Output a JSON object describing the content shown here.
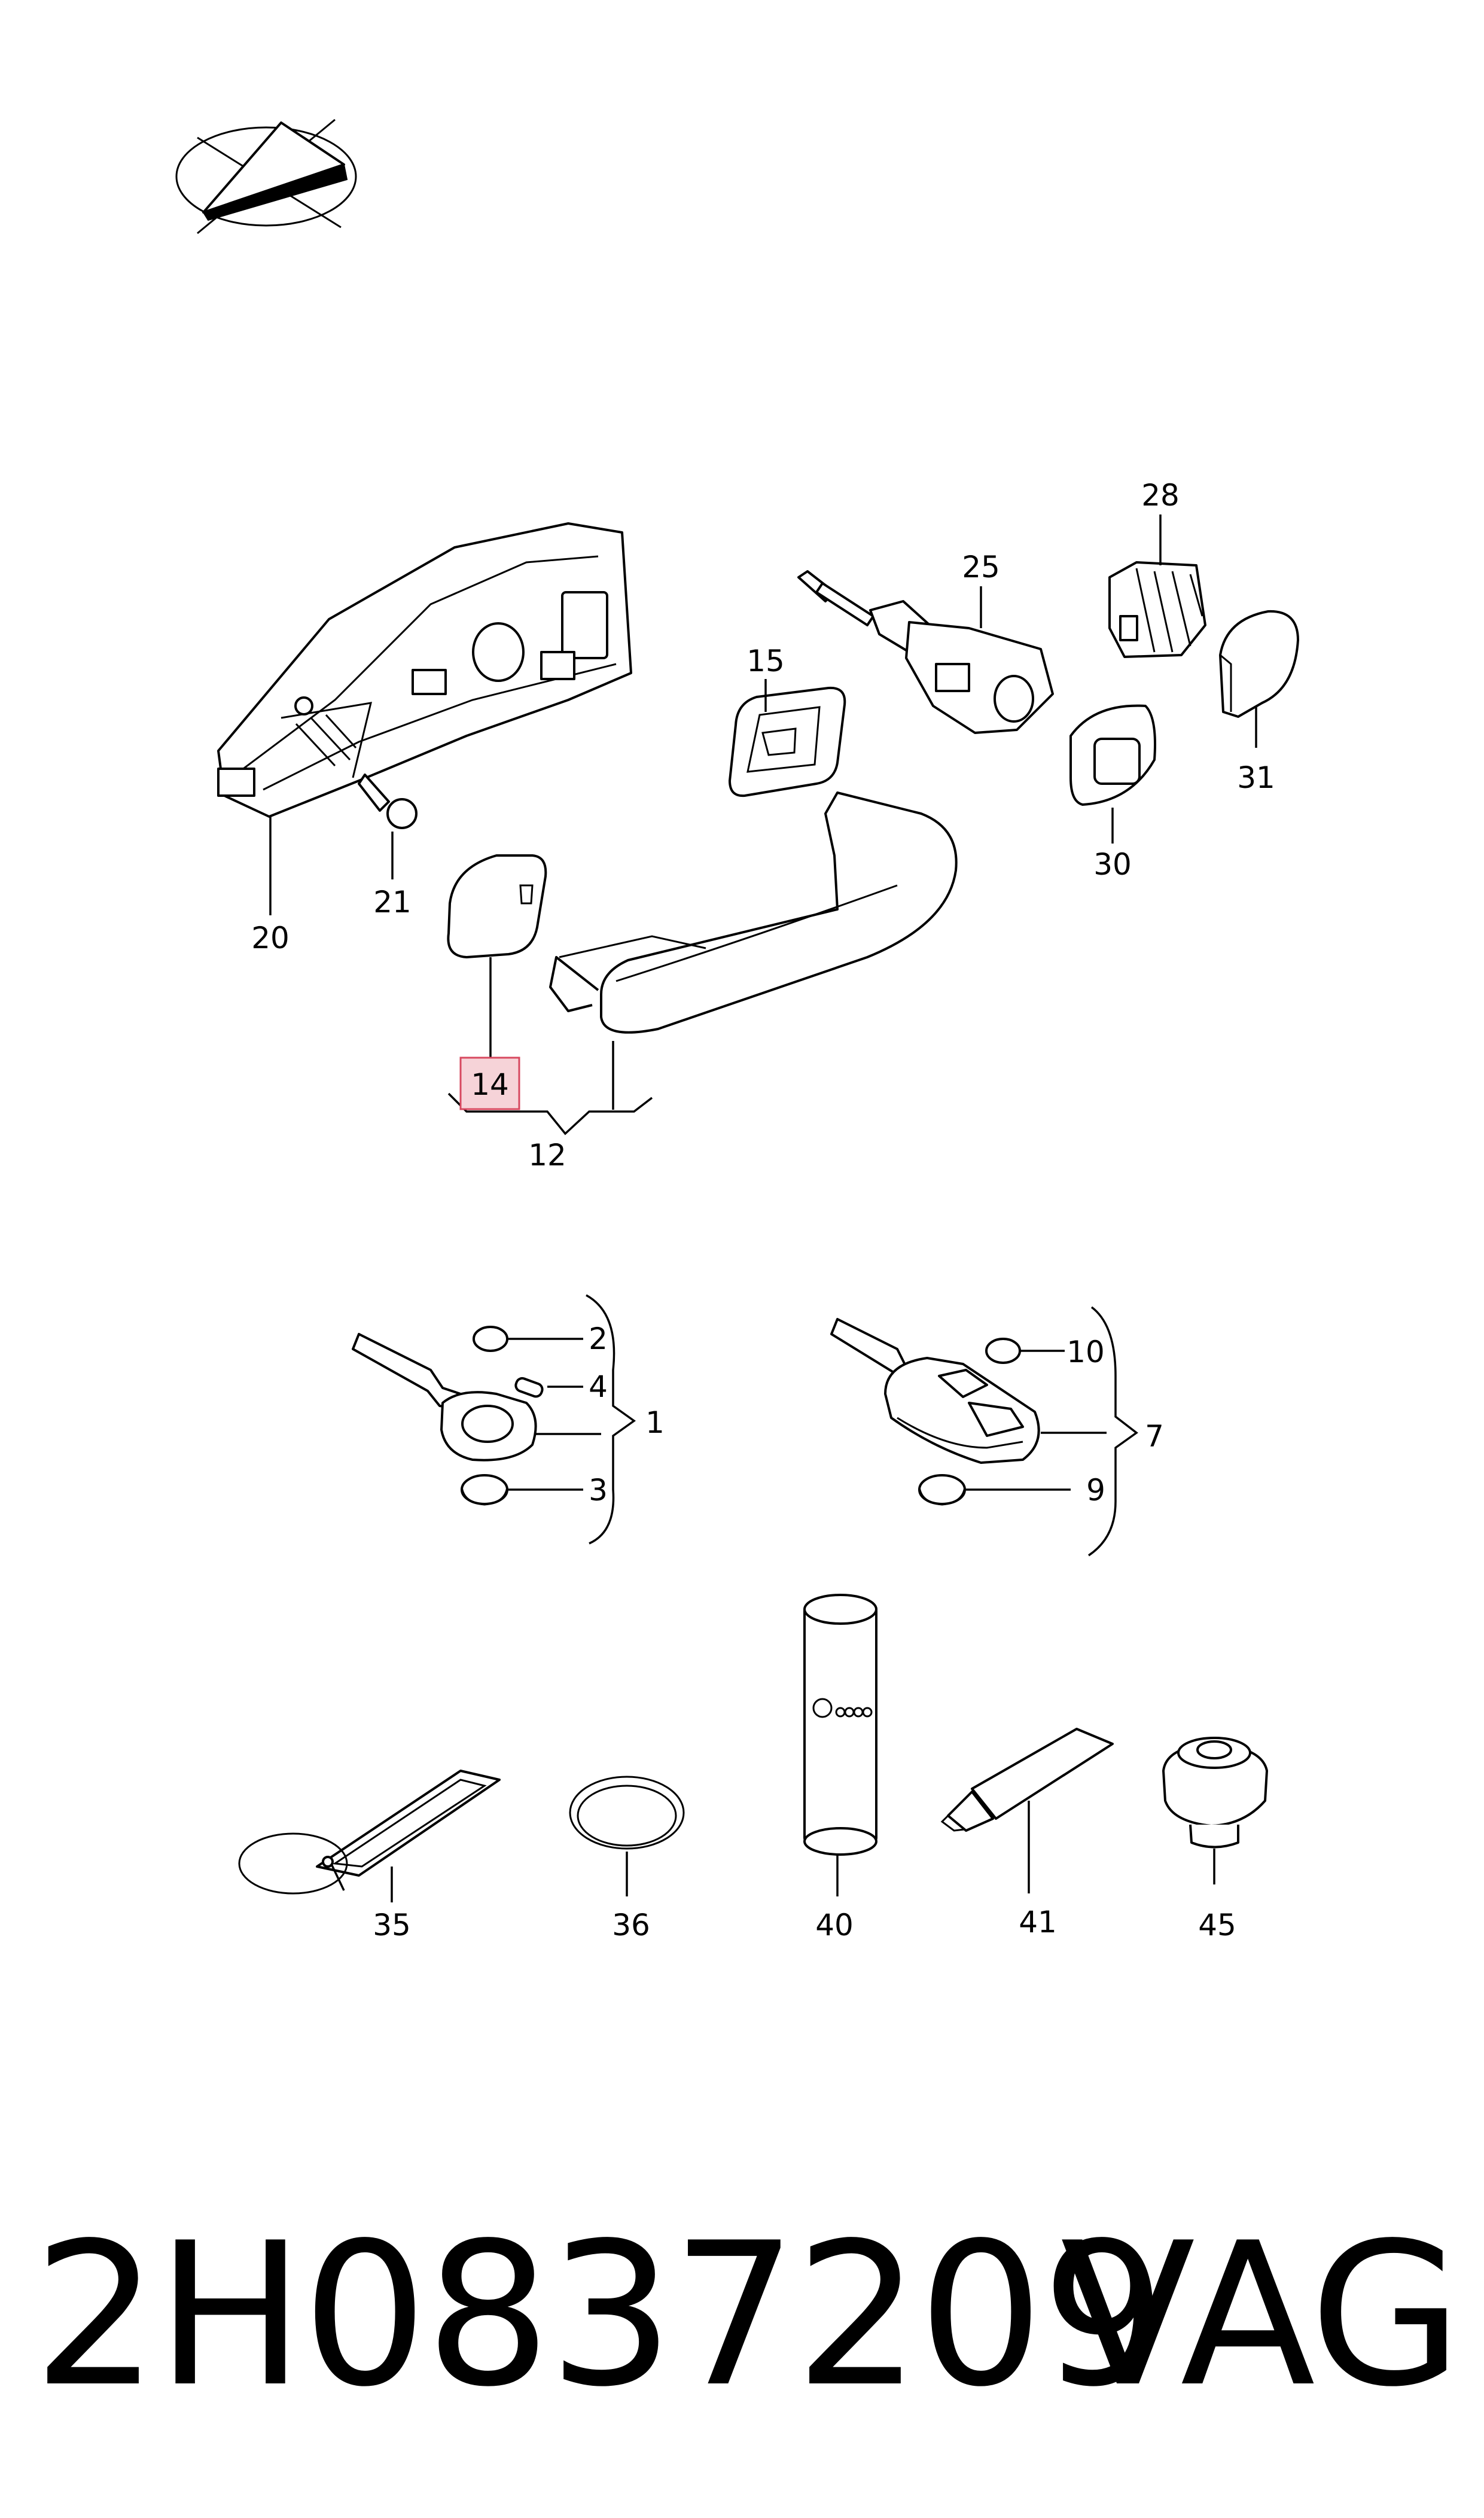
{
  "labels": {
    "l1": "1",
    "l2": "2",
    "l3": "3",
    "l4": "4",
    "l7": "7",
    "l9": "9",
    "l10": "10",
    "l12": "12",
    "l14": "14",
    "l15": "15",
    "l20": "20",
    "l21": "21",
    "l25": "25",
    "l28": "28",
    "l30": "30",
    "l31": "31",
    "l35": "35",
    "l36": "36",
    "l40": "40",
    "l41": "41",
    "l45": "45"
  },
  "highlighted_label": "14",
  "colors": {
    "highlight_fill": "#f6d3d8",
    "highlight_stroke": "#d7485f",
    "ink": "#000000"
  },
  "footer": {
    "part_number": "2H0837209",
    "brand": "VAG"
  }
}
